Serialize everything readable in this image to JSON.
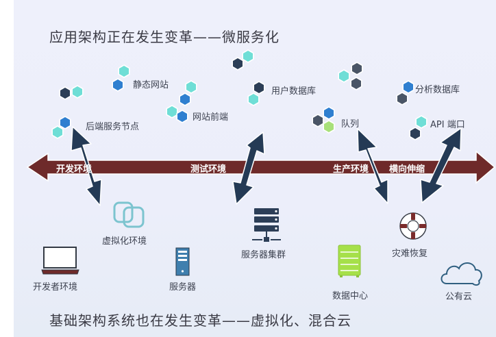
{
  "titles": {
    "top": "应用架构正在发生变革——微服务化",
    "bottom": "基础架构系统也在发生变革——虚拟化、混合云"
  },
  "colors": {
    "band": "#6e2a2a",
    "arrow": "#243a55",
    "hex_teal": "#6fded6",
    "hex_blue": "#2f7fd0",
    "hex_navy": "#2c3e57",
    "hex_slate": "#4a5566",
    "hex_green": "#a8e07a",
    "icon_teal": "#7cc4cf",
    "server_blue": "#3f7fae",
    "datacenter_green": "#a6e04a",
    "lifebuoy_red": "#7a2b2b",
    "cloud_blue": "#2f5f80"
  },
  "app_layer": {
    "nodes": [
      {
        "label": "静态网站",
        "icon": "hexagon-cluster-icon"
      },
      {
        "label": "网站前端",
        "icon": "hexagon-cluster-icon"
      },
      {
        "label": "后端服务节点",
        "icon": "hexagon-cluster-icon"
      },
      {
        "label": "用户数据库",
        "icon": "hexagon-cluster-icon"
      },
      {
        "label": "队列",
        "icon": "hexagon-cluster-icon"
      },
      {
        "label": "分析数据库",
        "icon": "hexagon-cluster-icon"
      },
      {
        "label": "API 端口",
        "icon": "hexagon-cluster-icon"
      }
    ]
  },
  "band": {
    "stages": [
      "开发环境",
      "测试环境",
      "生产环境",
      "横向伸缩"
    ]
  },
  "infra_layer": {
    "items": [
      {
        "label": "虚拟化环境",
        "icon": "virtualization-icon"
      },
      {
        "label": "开发者环境",
        "icon": "laptop-icon"
      },
      {
        "label": "服务器",
        "icon": "server-tower-icon"
      },
      {
        "label": "服务器集群",
        "icon": "server-cluster-icon"
      },
      {
        "label": "数据中心",
        "icon": "datacenter-icon"
      },
      {
        "label": "灾难恢复",
        "icon": "lifebuoy-icon"
      },
      {
        "label": "公有云",
        "icon": "cloud-icon"
      }
    ]
  }
}
